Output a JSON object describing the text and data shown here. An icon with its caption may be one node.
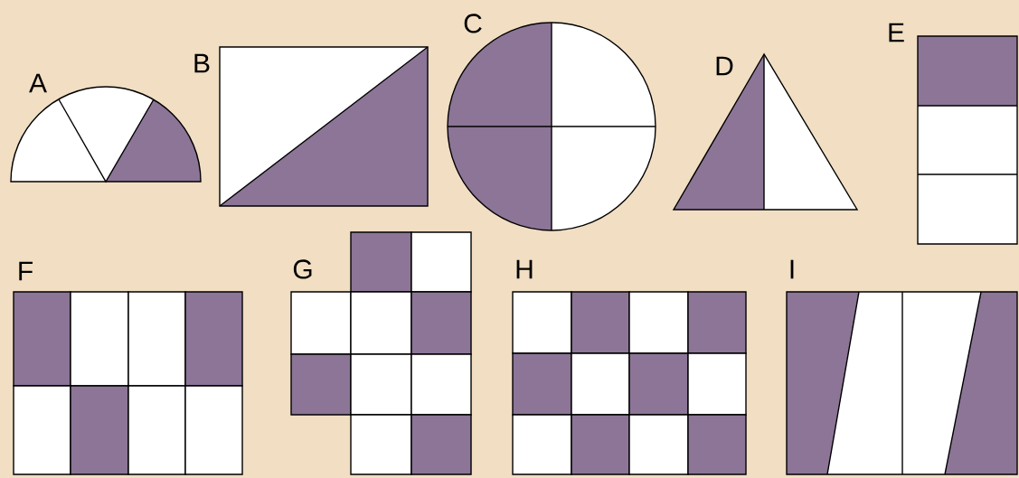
{
  "diagram": {
    "labels": [
      "A",
      "B",
      "C",
      "D",
      "E",
      "F",
      "G",
      "H",
      "I"
    ]
  }
}
